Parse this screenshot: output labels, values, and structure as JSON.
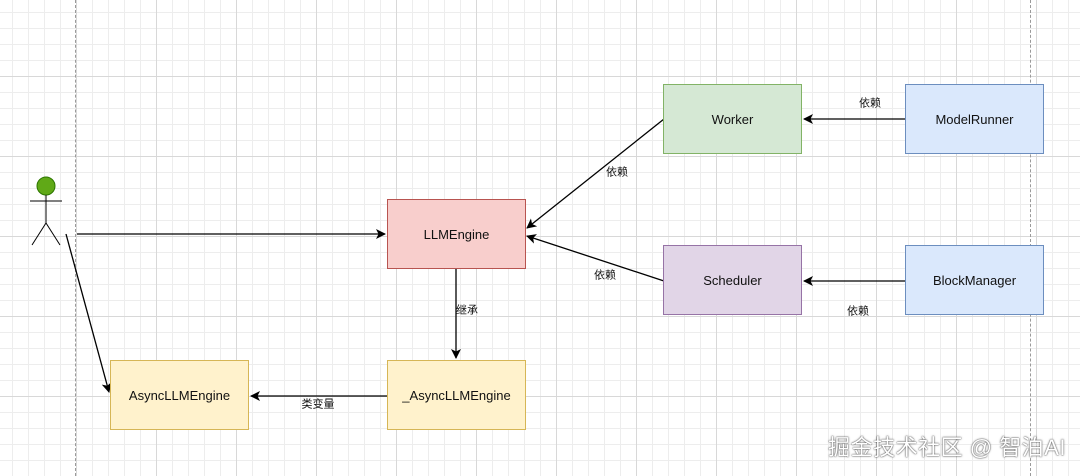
{
  "nodes": {
    "worker": "Worker",
    "model_runner": "ModelRunner",
    "llm_engine": "LLMEngine",
    "scheduler": "Scheduler",
    "block_manager": "BlockManager",
    "async_llm_engine": "AsyncLLMEngine",
    "async_llm_engine_private": "_AsyncLLMEngine"
  },
  "edge_labels": {
    "model_runner_to_worker": "依赖",
    "worker_to_llm_engine": "依赖",
    "scheduler_to_llm_engine": "依赖",
    "block_manager_to_scheduler": "依赖",
    "llm_engine_to_async_private": "继承",
    "async_private_to_async": "类变量"
  },
  "actor": {
    "head_color": "#60a917"
  },
  "watermark": "掘金技术社区 @ 智泊AI"
}
